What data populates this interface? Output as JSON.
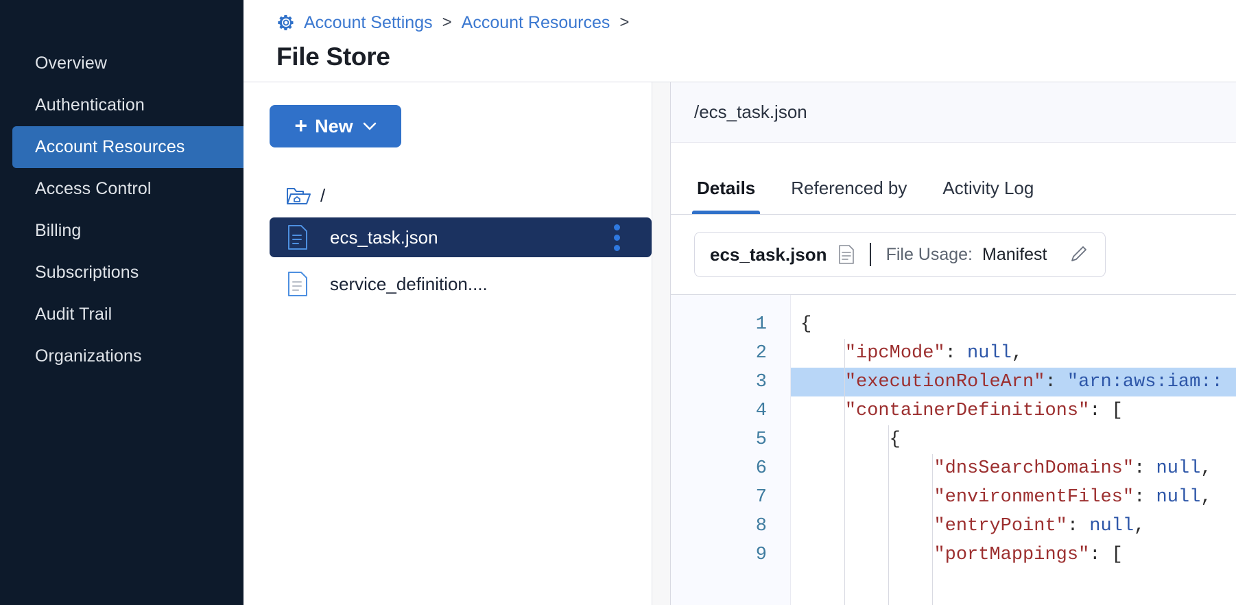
{
  "sidebar": {
    "items": [
      {
        "label": "Overview",
        "active": false
      },
      {
        "label": "Authentication",
        "active": false
      },
      {
        "label": "Account Resources",
        "active": true
      },
      {
        "label": "Access Control",
        "active": false
      },
      {
        "label": "Billing",
        "active": false
      },
      {
        "label": "Subscriptions",
        "active": false
      },
      {
        "label": "Audit Trail",
        "active": false
      },
      {
        "label": "Organizations",
        "active": false
      }
    ],
    "bg_color": "#0d1a2b",
    "active_color": "#2d6cb5"
  },
  "header": {
    "gear_icon": "gear-icon",
    "breadcrumbs": [
      "Account Settings",
      "Account Resources"
    ],
    "separator": ">",
    "trailing_separator": ">",
    "title": "File Store",
    "link_color": "#3b78d0"
  },
  "tree_panel": {
    "new_button": {
      "plus": "+",
      "label": "New",
      "caret_icon": "chevron-down-icon",
      "color": "#3071c9"
    },
    "root": {
      "icon": "folder-home-icon",
      "label": "/"
    },
    "files": [
      {
        "icon": "file-icon",
        "name": "ecs_task.json",
        "selected": true,
        "menu_icon": "kebab-menu-icon"
      },
      {
        "icon": "file-icon",
        "name": "service_definition....",
        "selected": false
      }
    ],
    "selected_bg": "#1b3260"
  },
  "detail": {
    "path": "/ecs_task.json",
    "tabs": [
      {
        "label": "Details",
        "active": true
      },
      {
        "label": "Referenced by",
        "active": false
      },
      {
        "label": "Activity Log",
        "active": false
      }
    ],
    "usage": {
      "file_name": "ecs_task.json",
      "file_icon": "document-icon",
      "label": "File Usage:",
      "value": "Manifest",
      "edit_icon": "pencil-icon"
    }
  },
  "code": {
    "line_numbers": [
      "1",
      "2",
      "3",
      "4",
      "5",
      "6",
      "7",
      "8",
      "9"
    ],
    "highlighted_line": 3,
    "lines": [
      {
        "n": 1,
        "text": "{"
      },
      {
        "n": 2,
        "text": "    \"ipcMode\": null,"
      },
      {
        "n": 3,
        "text": "    \"executionRoleArn\": \"arn:aws:iam::"
      },
      {
        "n": 4,
        "text": "    \"containerDefinitions\": ["
      },
      {
        "n": 5,
        "text": "        {"
      },
      {
        "n": 6,
        "text": "            \"dnsSearchDomains\": null,"
      },
      {
        "n": 7,
        "text": "            \"environmentFiles\": null,"
      },
      {
        "n": 8,
        "text": "            \"entryPoint\": null,"
      },
      {
        "n": 9,
        "text": "            \"portMappings\": ["
      }
    ],
    "colors": {
      "key": "#9c2f2f",
      "value": "#2d56a8",
      "linenum": "#3f7ca0",
      "highlight": "#b8d6f7"
    }
  }
}
